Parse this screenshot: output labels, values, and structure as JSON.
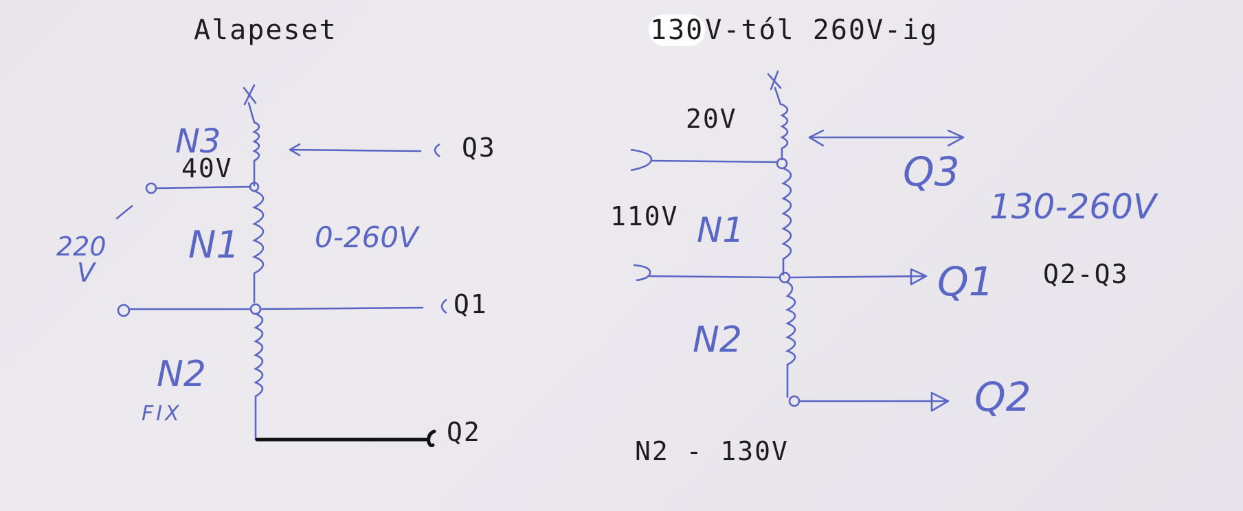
{
  "left_diagram": {
    "title": "Alapeset",
    "typed_labels": {
      "n3_voltage": "40V",
      "q3": "Q3",
      "q1": "Q1",
      "q2": "Q2"
    },
    "handwritten": {
      "n3": "N3",
      "n1": "N1",
      "n2": "N2",
      "fix": "FIX",
      "supply_value": "220",
      "supply_unit": "V",
      "range": "0-260V"
    }
  },
  "right_diagram": {
    "title_highlight": "130",
    "title_rest": "V-tól 260V-ig",
    "typed_labels": {
      "top_voltage": "20V",
      "mid_voltage": "110V",
      "q2_q3": "Q2-Q3",
      "n2_voltage": "N2 - 130V"
    },
    "handwritten": {
      "q3": "Q3",
      "q1": "Q1",
      "q2": "Q2",
      "n1": "N1",
      "n2": "N2",
      "range": "130-260V"
    }
  },
  "colors": {
    "ink": "#5a66c4",
    "typed_text": "#1d1d1d",
    "black_wire": "#111111"
  }
}
